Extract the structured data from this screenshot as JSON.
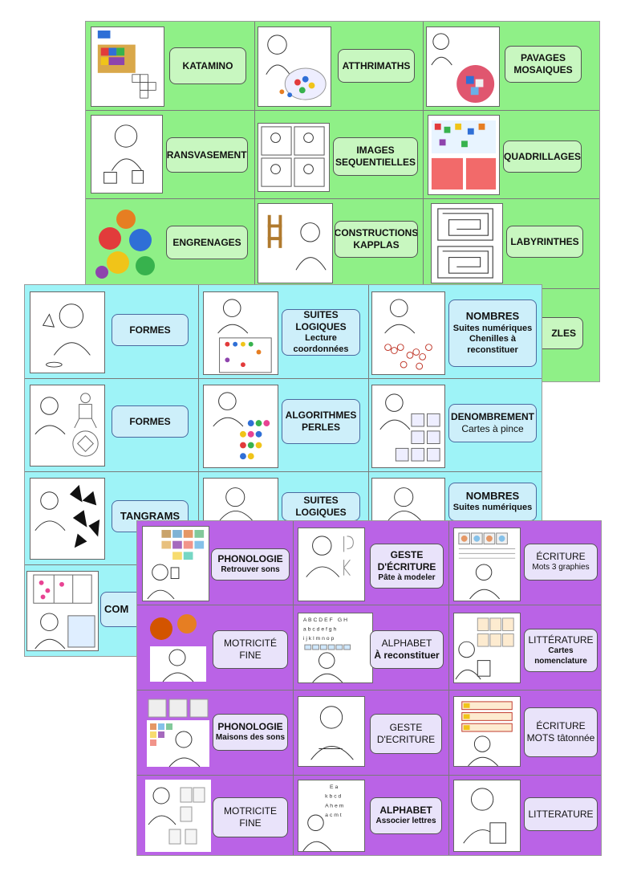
{
  "green_sheet": {
    "cards": [
      {
        "label": "KATAMINO",
        "sub": "",
        "image": "katamino-puzzle-image"
      },
      {
        "label": "ATTHRIMATHS",
        "sub": "",
        "image": "child-with-counters-image"
      },
      {
        "label": "PAVAGES MOSAIQUES",
        "sub": "",
        "image": "child-with-mosaic-bowl-image"
      },
      {
        "label": "TRANSVASEMENTS",
        "sub": "",
        "image": "child-pouring-image"
      },
      {
        "label": "IMAGES SEQUENTIELLES",
        "sub": "",
        "image": "sequence-cards-image"
      },
      {
        "label": "QUADRILLAGES",
        "sub": "",
        "image": "grid-patterns-image"
      },
      {
        "label": "ENGRENAGES",
        "sub": "",
        "image": "gears-image"
      },
      {
        "label": "CONSTRUCTIONS KAPPLAS",
        "sub": "",
        "image": "child-building-kapla-image"
      },
      {
        "label": "LABYRINTHES",
        "sub": "",
        "image": "mazes-image"
      },
      {
        "label": "ZLES",
        "sub": "",
        "image": ""
      }
    ]
  },
  "cyan_sheet": {
    "cards": [
      {
        "label": "FORMES",
        "sub": "",
        "image": "child-with-shape-image"
      },
      {
        "label": "SUITES LOGIQUES",
        "sub": "Lecture coordonnées",
        "image": "child-with-logic-grid-image"
      },
      {
        "label": "NOMBRES",
        "sub": "Suites numériques Chenilles à reconstituer",
        "image": "child-with-caterpillars-image"
      },
      {
        "label": "FORMES",
        "sub": "",
        "image": "child-with-shape-figures-image"
      },
      {
        "label": "ALGORITHMES PERLES",
        "sub": "",
        "image": "child-with-beads-image"
      },
      {
        "label": "DENOMBREMENT",
        "sub": "Cartes à pince",
        "image": "child-with-clip-cards-image"
      },
      {
        "label": "TANGRAMS",
        "sub": "",
        "image": "child-with-tangram-image"
      },
      {
        "label": "SUITES LOGIQUES",
        "sub": "",
        "image": "child-with-logic-cards-image"
      },
      {
        "label": "NOMBRES",
        "sub": "Suites numériques",
        "image": "child-with-numbers-image"
      },
      {
        "label": "COM",
        "sub": "",
        "image": "child-with-flower-chart-image"
      }
    ]
  },
  "purple_sheet": {
    "cards": [
      {
        "label": "PHONOLOGIE",
        "sub": "Retrouver sons",
        "image": "child-with-sound-pictures-image"
      },
      {
        "label": "GESTE D'ÉCRITURE",
        "sub": "Pâte à modeler",
        "image": "child-with-modeling-clay-image"
      },
      {
        "label": "ÉCRITURE",
        "sub": "Mots 3 graphies",
        "image": "child-writing-words-image"
      },
      {
        "label": "MOTRICITÉ FINE",
        "sub": "",
        "image": "child-with-hedgehogs-image"
      },
      {
        "label": "ALPHABET",
        "sub": "À reconstituer",
        "image": "child-with-alphabet-image"
      },
      {
        "label": "LITTÉRATURE",
        "sub": "Cartes nomenclature",
        "image": "child-with-story-cards-image"
      },
      {
        "label": "PHONOLOGIE",
        "sub": "Maisons des sons",
        "image": "child-with-sound-houses-image"
      },
      {
        "label": "GESTE D'ECRITURE",
        "sub": "",
        "image": "child-writing-image"
      },
      {
        "label": "ÉCRITURE MOTS tâtonnée",
        "sub": "",
        "image": "child-with-word-cards-image"
      },
      {
        "label": "MOTRICITE FINE",
        "sub": "",
        "image": "child-with-cards-image"
      },
      {
        "label": "ALPHABET",
        "sub": "Associer lettres",
        "image": "child-matching-letters-image"
      },
      {
        "label": "LITTERATURE",
        "sub": "",
        "image": "child-reading-book-image"
      }
    ]
  }
}
